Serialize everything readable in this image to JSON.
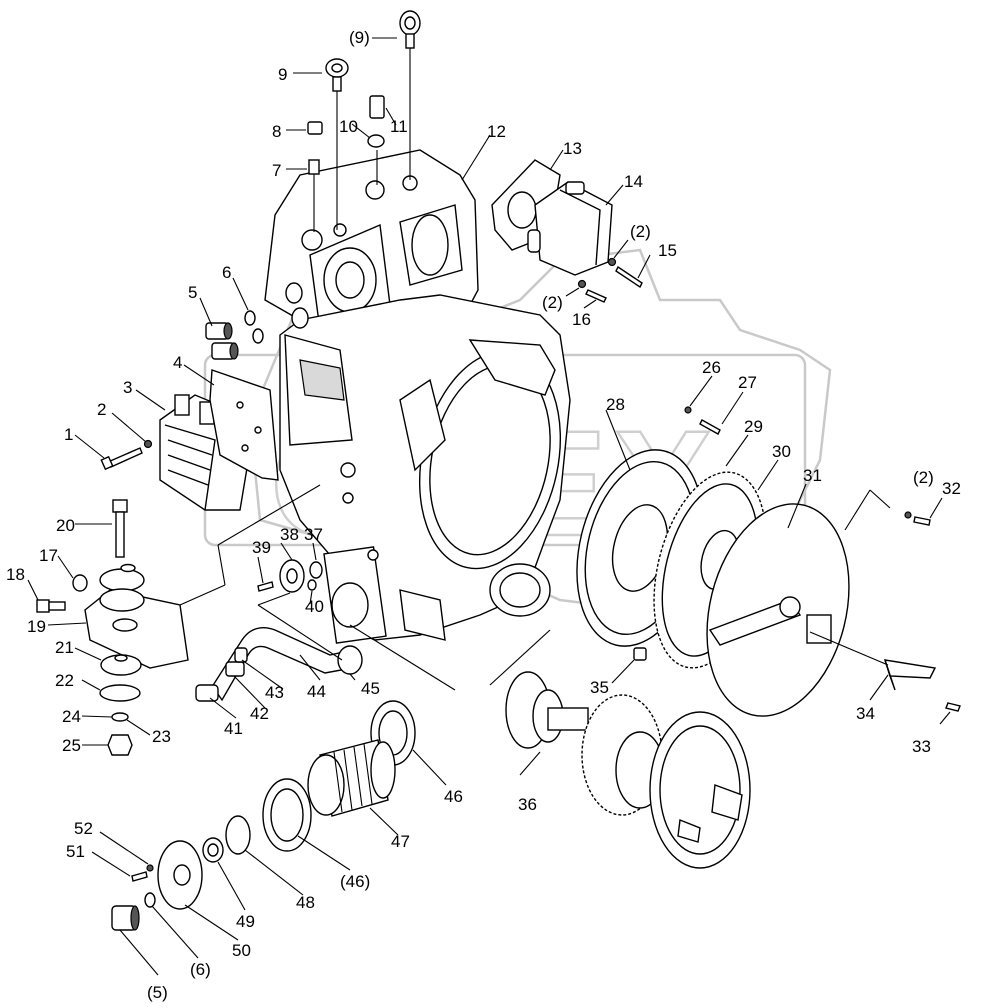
{
  "watermark": {
    "text": "OREX"
  },
  "callouts": {
    "c1": "1",
    "c2": "2",
    "c3": "3",
    "c4": "4",
    "c5": "5",
    "c6": "6",
    "c7": "7",
    "c8": "8",
    "c9": "9",
    "c9p": "(9)",
    "c10": "10",
    "c11": "11",
    "c12": "12",
    "c13": "13",
    "c14": "14",
    "c2p_a": "(2)",
    "c15": "15",
    "c2p_b": "(2)",
    "c16": "16",
    "c17": "17",
    "c18": "18",
    "c19": "19",
    "c20": "20",
    "c21": "21",
    "c22": "22",
    "c23": "23",
    "c24": "24",
    "c25": "25",
    "c26": "26",
    "c27": "27",
    "c28": "28",
    "c29": "29",
    "c30": "30",
    "c31": "31",
    "c2p_c": "(2)",
    "c32": "32",
    "c33": "33",
    "c34": "34",
    "c35": "35",
    "c36": "36",
    "c37": "37",
    "c38": "38",
    "c39": "39",
    "c40": "40",
    "c41": "41",
    "c42": "42",
    "c43": "43",
    "c44": "44",
    "c45": "45",
    "c46": "46",
    "c46p": "(46)",
    "c47": "47",
    "c48": "48",
    "c49": "49",
    "c50": "50",
    "c51": "51",
    "c52": "52",
    "c5p": "(5)",
    "c6p": "(6)"
  }
}
